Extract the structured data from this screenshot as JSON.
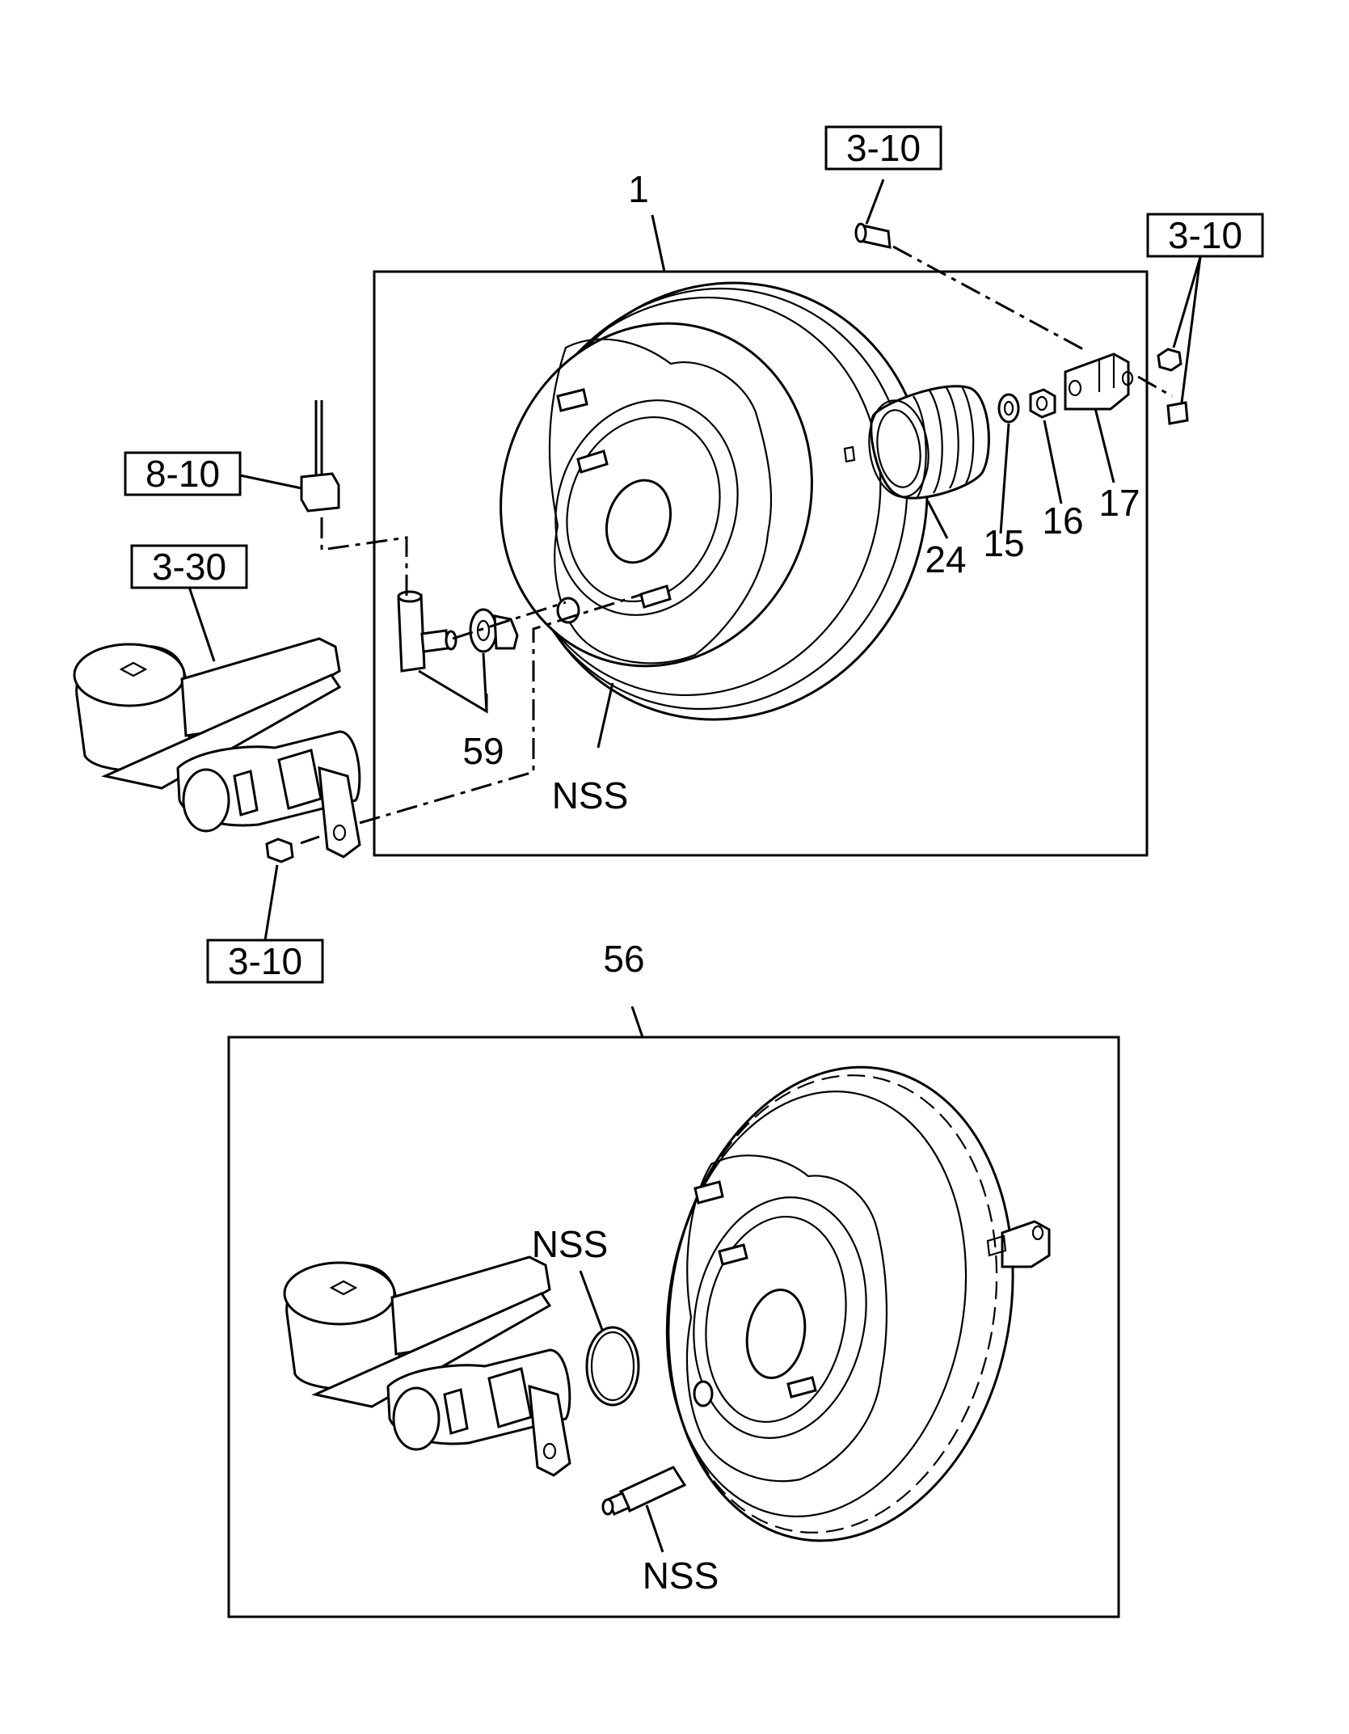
{
  "labels": {
    "item_1": "1",
    "item_56": "56",
    "item_59": "59",
    "item_24": "24",
    "item_15": "15",
    "item_16": "16",
    "item_17": "17",
    "nss_top": "NSS",
    "nss_oring": "NSS",
    "nss_tube": "NSS"
  },
  "refs": {
    "ref_top_pin": "3-10",
    "ref_right_nut": "3-10",
    "ref_bottom_nut": "3-10",
    "ref_sensor": "8-10",
    "ref_master_cyl": "3-30"
  }
}
